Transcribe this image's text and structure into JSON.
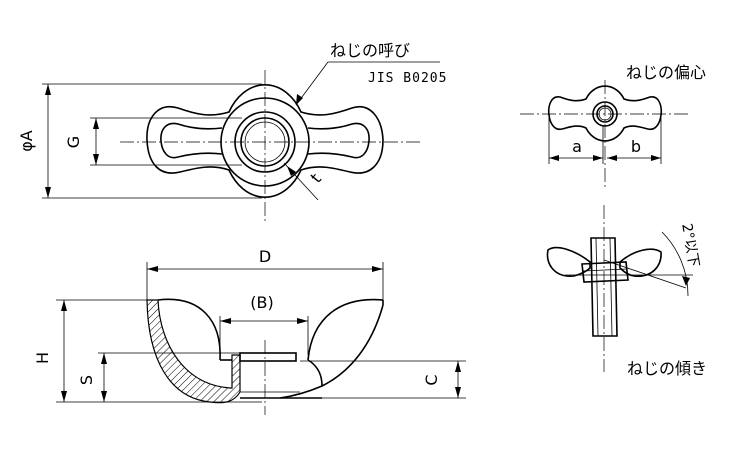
{
  "labels": {
    "thread_size": "ねじの呼び",
    "standard": "JIS B0205",
    "dim_A": "φA",
    "dim_G": "G",
    "dim_t": "t",
    "dim_D": "D",
    "dim_B": "(B)",
    "dim_H": "H",
    "dim_S": "S",
    "dim_C": "C",
    "eccentricity": "ねじの偏心",
    "dim_a": "a",
    "dim_b": "b",
    "tilt": "ねじの傾き",
    "tilt_tolerance": "2°以下"
  }
}
